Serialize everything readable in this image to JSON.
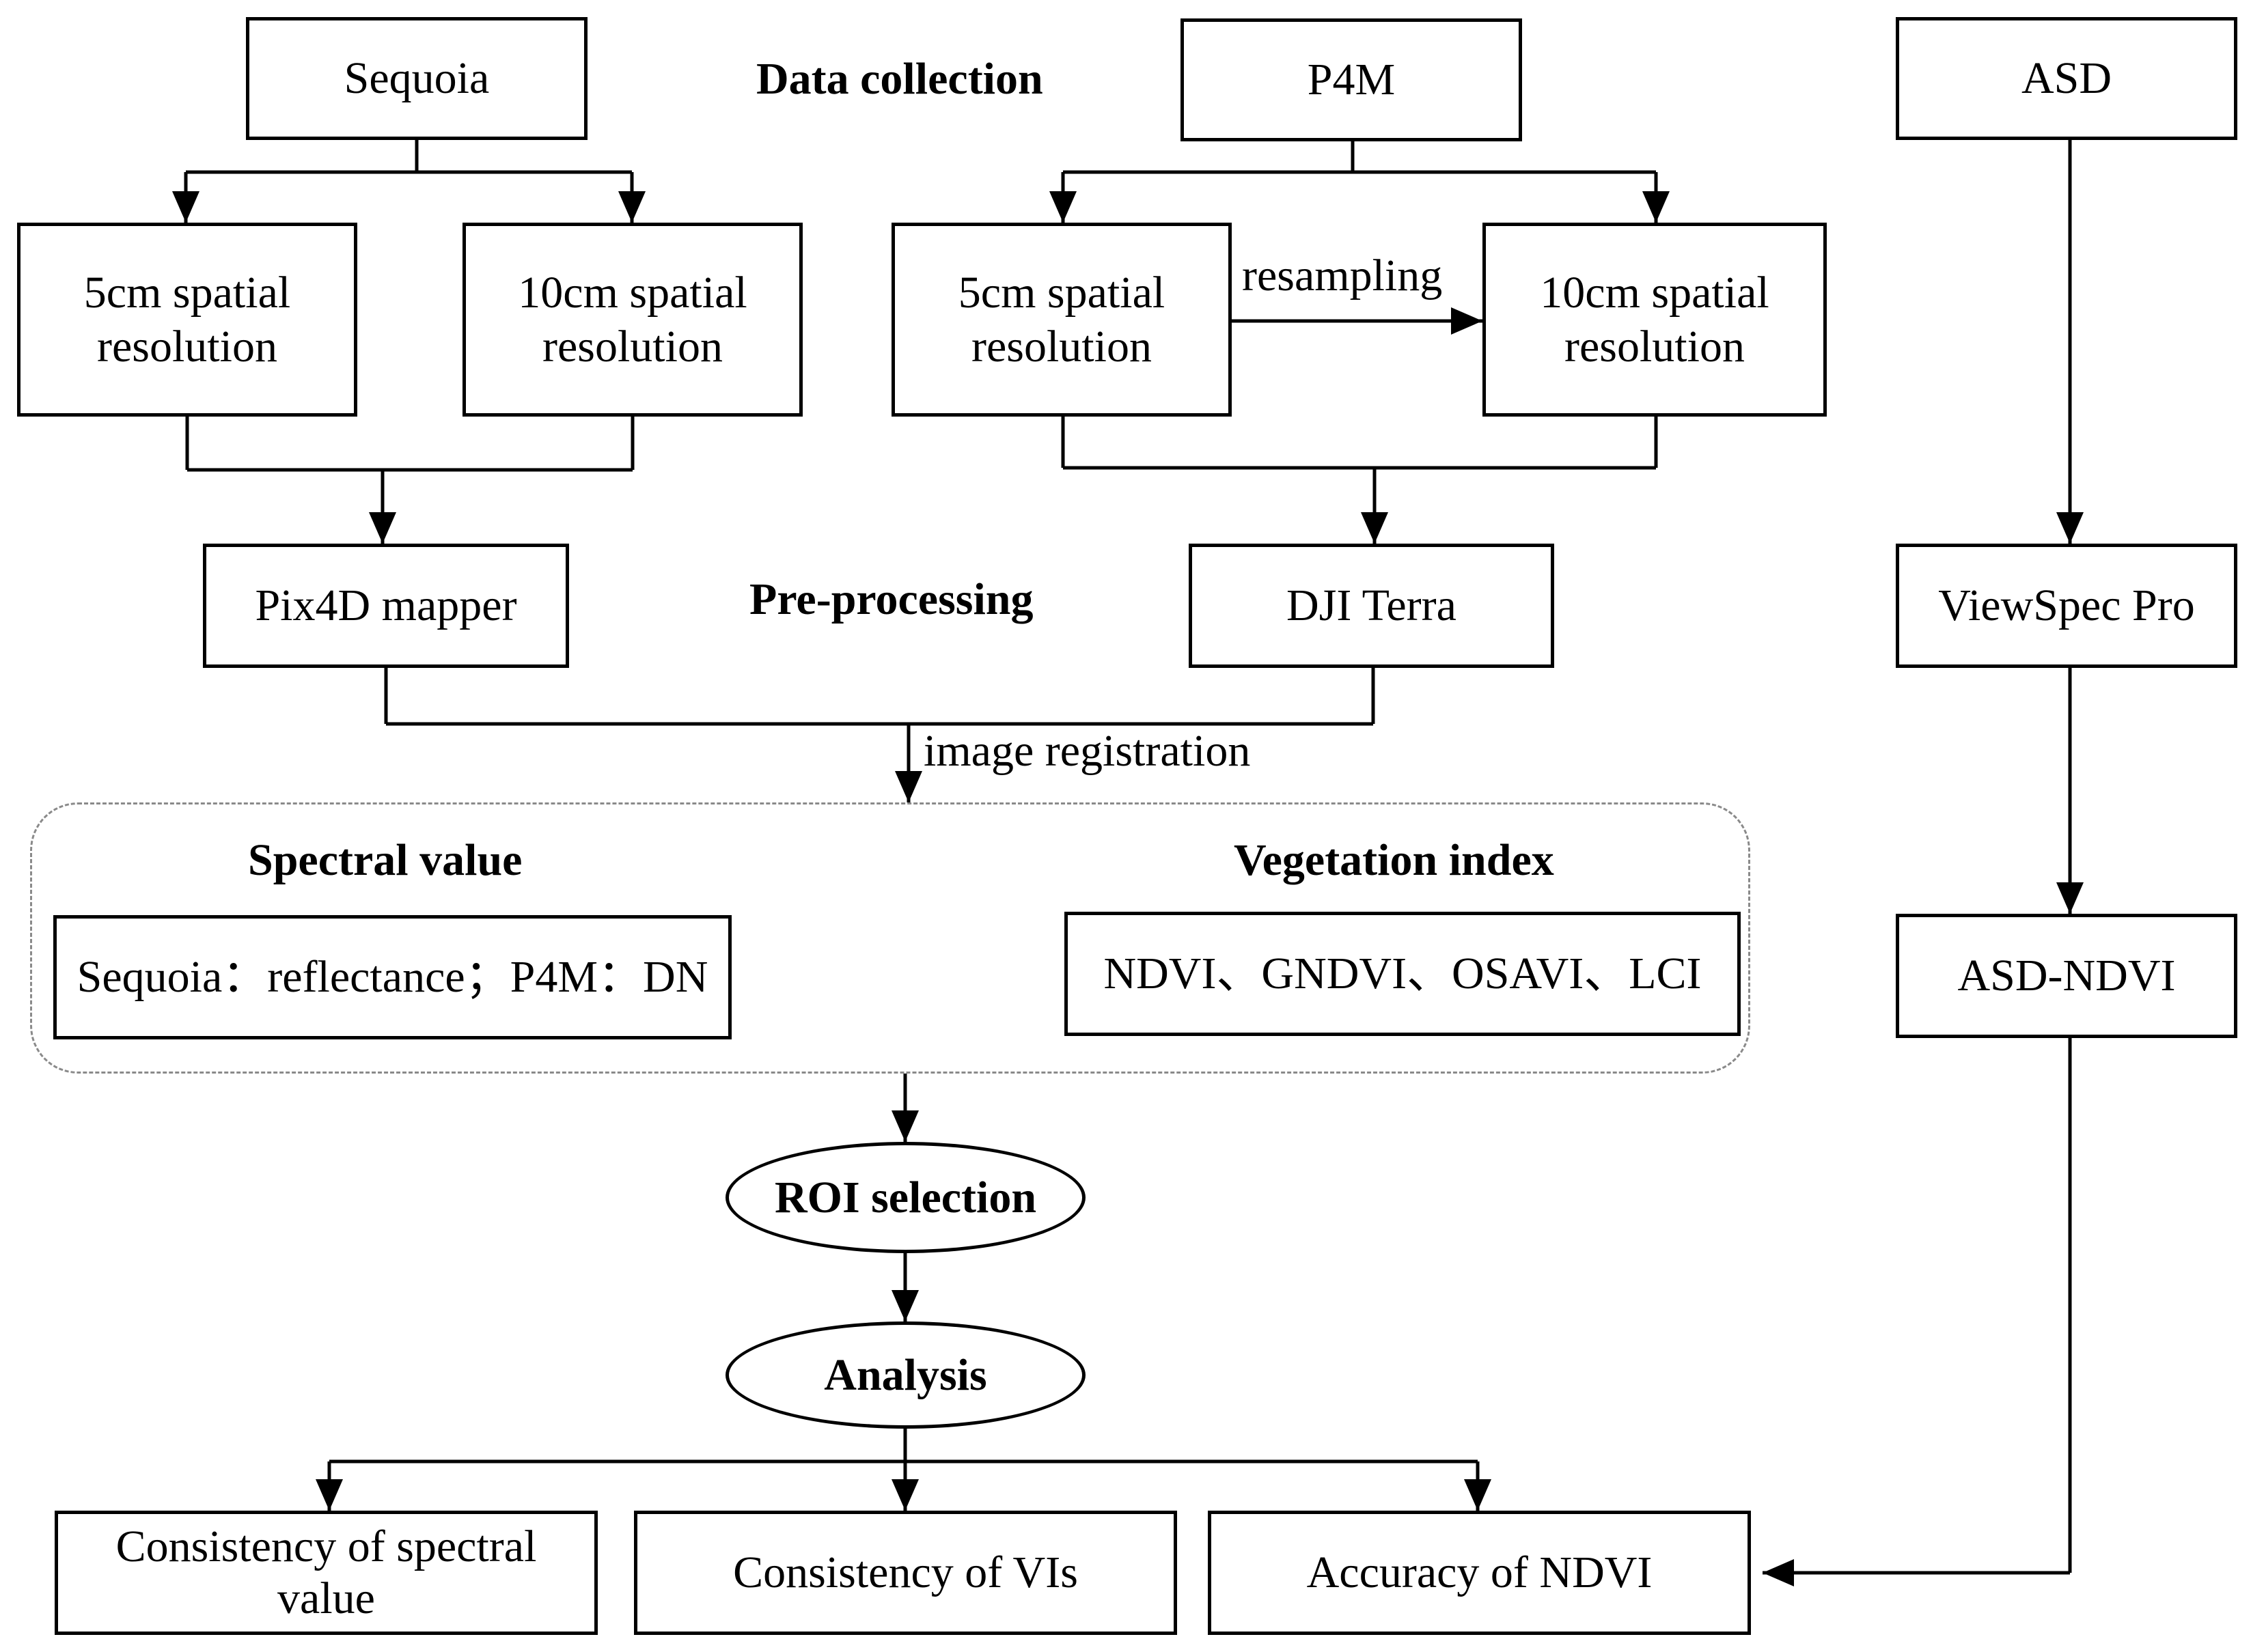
{
  "stages": {
    "data_collection": "Data collection",
    "pre_processing": "Pre-processing"
  },
  "sensors": {
    "sequoia": "Sequoia",
    "p4m": "P4M",
    "asd": "ASD"
  },
  "resolutions": {
    "sequoia_5cm": [
      "5cm spatial",
      "resolution"
    ],
    "sequoia_10cm": [
      "10cm spatial",
      "resolution"
    ],
    "p4m_5cm": [
      "5cm spatial",
      "resolution"
    ],
    "p4m_10cm": [
      "10cm spatial",
      "resolution"
    ]
  },
  "edges": {
    "resampling": "resampling",
    "image_registration": "image registration"
  },
  "software": {
    "pix4d": "Pix4D mapper",
    "dji_terra": "DJI Terra",
    "viewspec": "ViewSpec Pro"
  },
  "features": {
    "spectral_title": "Spectral value",
    "spectral_box": "Sequoia：reflectance；P4M：DN",
    "vegetation_title": "Vegetation index",
    "vegetation_box": "NDVI、GNDVI、OSAVI、LCI"
  },
  "asd_ndvi": "ASD-NDVI",
  "roi_selection": "ROI selection",
  "analysis": "Analysis",
  "outputs": {
    "spectral_consistency": [
      "Consistency of spectral",
      "value"
    ],
    "vi_consistency": "Consistency of VIs",
    "ndvi_accuracy": "Accuracy of NDVI"
  }
}
